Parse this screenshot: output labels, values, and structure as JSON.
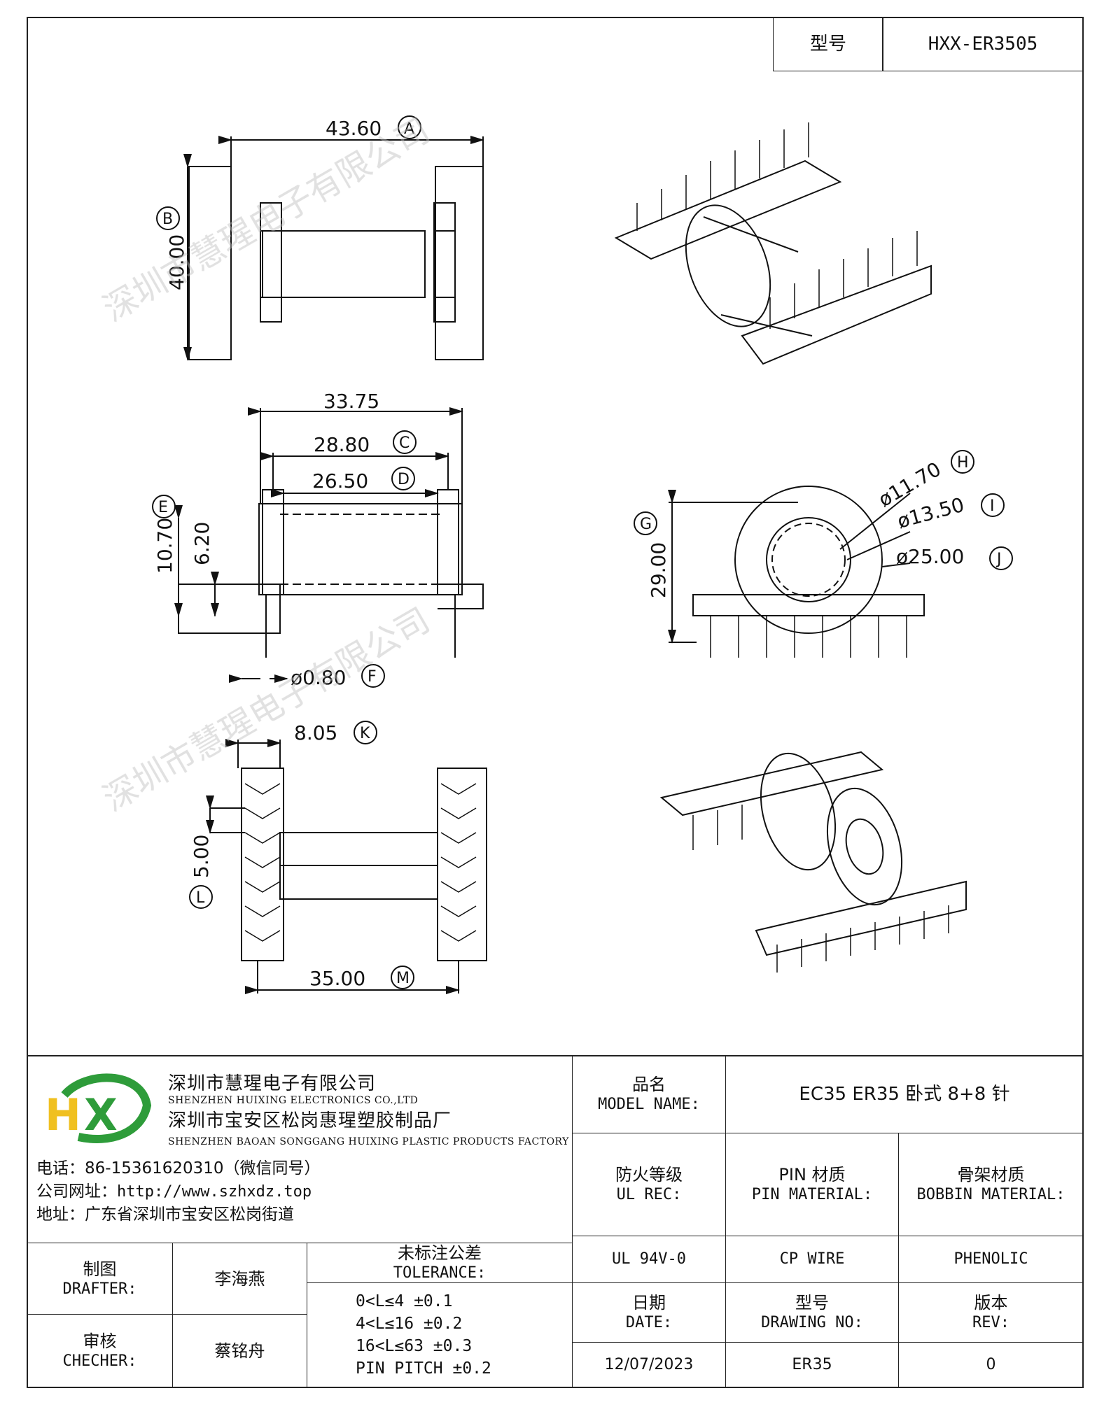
{
  "header": {
    "model_label": "型号",
    "model_value": "HXX-ER3505"
  },
  "drawing": {
    "dimensions": {
      "a": "43.60",
      "a_tag": "A",
      "b": "40.00",
      "b_tag": "B",
      "overall_width": "33.75",
      "c": "28.80",
      "c_tag": "C",
      "d": "26.50",
      "d_tag": "D",
      "e": "10.70",
      "e_tag": "E",
      "inner_height": "6.20",
      "f": "ø0.80",
      "f_tag": "F",
      "g": "29.00",
      "g_tag": "G",
      "h": "ø11.70",
      "h_tag": "H",
      "i": "ø13.50",
      "i_tag": "I",
      "j": "ø25.00",
      "j_tag": "J",
      "k": "8.05",
      "k_tag": "K",
      "l": "5.00",
      "l_tag": "L",
      "m": "35.00",
      "m_tag": "M"
    },
    "watermark": "深圳市慧瑆电子有限公司"
  },
  "company": {
    "logo_text": "HX",
    "name_cn": "深圳市慧瑆电子有限公司",
    "name_en": "SHENZHEN HUIXING ELECTRONICS CO.,LTD",
    "factory_cn": "深圳市宝安区松岗惠瑆塑胶制品厂",
    "factory_en": "SHENZHEN BAOAN SONGGANG HUIXING PLASTIC PRODUCTS FACTORY",
    "phone": "电话：86-15361620310（微信同号）",
    "website_label": "公司网址：",
    "website": "http://www.szhxdz.top",
    "address": "地址：广东省深圳市宝安区松岗街道"
  },
  "title_block": {
    "model_name_cn": "品名",
    "model_name_en": "MODEL NAME:",
    "model_name_value": "EC35 ER35 卧式 8+8 针",
    "ul_cn": "防火等级",
    "ul_en": "UL REC:",
    "pin_cn": "PIN 材质",
    "pin_en": "PIN MATERIAL:",
    "bobbin_cn": "骨架材质",
    "bobbin_en": "BOBBIN MATERIAL:",
    "ul_value": "UL 94V-0",
    "pin_value": "CP WIRE",
    "bobbin_value": "PHENOLIC",
    "drafter_cn": "制图",
    "drafter_en": "DRAFTER:",
    "drafter_name": "李海燕",
    "checker_cn": "审核",
    "checker_en": "CHECHER:",
    "checker_name": "蔡铭舟",
    "tolerance_cn": "未标注公差",
    "tolerance_en": "TOLERANCE:",
    "tolerances": [
      "0<L≤4  ±0.1",
      "4<L≤16 ±0.2",
      "16<L≤63 ±0.3",
      "PIN PITCH ±0.2"
    ],
    "date_cn": "日期",
    "date_en": "DATE:",
    "date_value": "12/07/2023",
    "drawing_no_cn": "型号",
    "drawing_no_en": "DRAWING NO:",
    "drawing_no_value": "ER35",
    "rev_cn": "版本",
    "rev_en": "REV:",
    "rev_value": "0"
  }
}
